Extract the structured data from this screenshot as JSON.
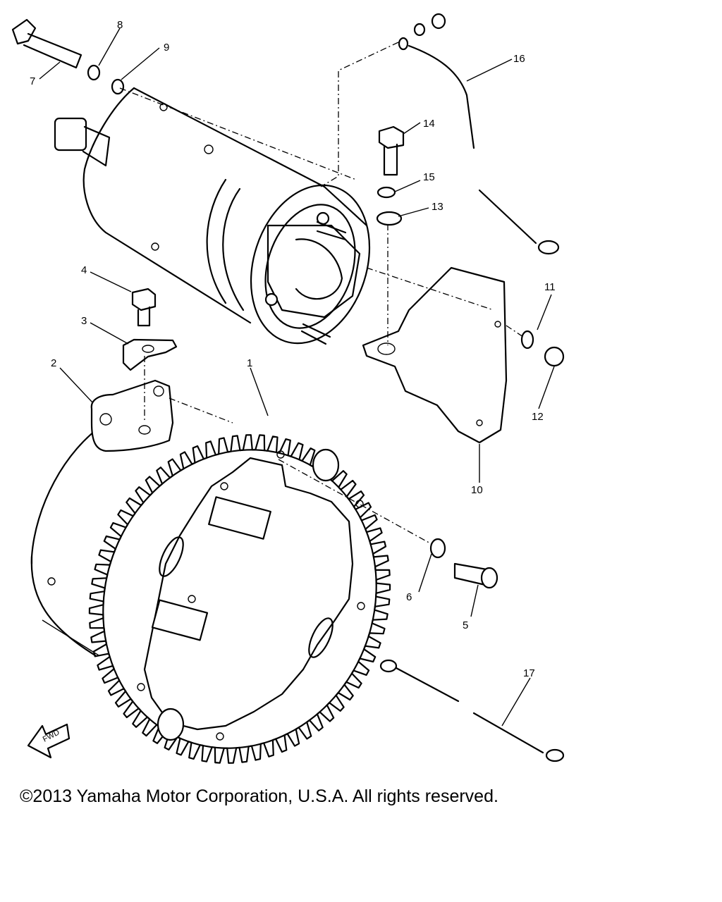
{
  "diagram": {
    "fwd_label": "FWD",
    "callouts": [
      {
        "id": "1",
        "label": "1"
      },
      {
        "id": "2",
        "label": "2"
      },
      {
        "id": "3",
        "label": "3"
      },
      {
        "id": "4",
        "label": "4"
      },
      {
        "id": "5",
        "label": "5"
      },
      {
        "id": "6",
        "label": "6"
      },
      {
        "id": "7",
        "label": "7"
      },
      {
        "id": "8",
        "label": "8"
      },
      {
        "id": "9",
        "label": "9"
      },
      {
        "id": "10",
        "label": "10"
      },
      {
        "id": "11",
        "label": "11"
      },
      {
        "id": "12",
        "label": "12"
      },
      {
        "id": "13",
        "label": "13"
      },
      {
        "id": "14",
        "label": "14"
      },
      {
        "id": "15",
        "label": "15"
      },
      {
        "id": "16",
        "label": "16"
      },
      {
        "id": "17",
        "label": "17"
      }
    ]
  },
  "footer": {
    "copyright": "©2013 Yamaha Motor Corporation, U.S.A. All rights reserved."
  }
}
